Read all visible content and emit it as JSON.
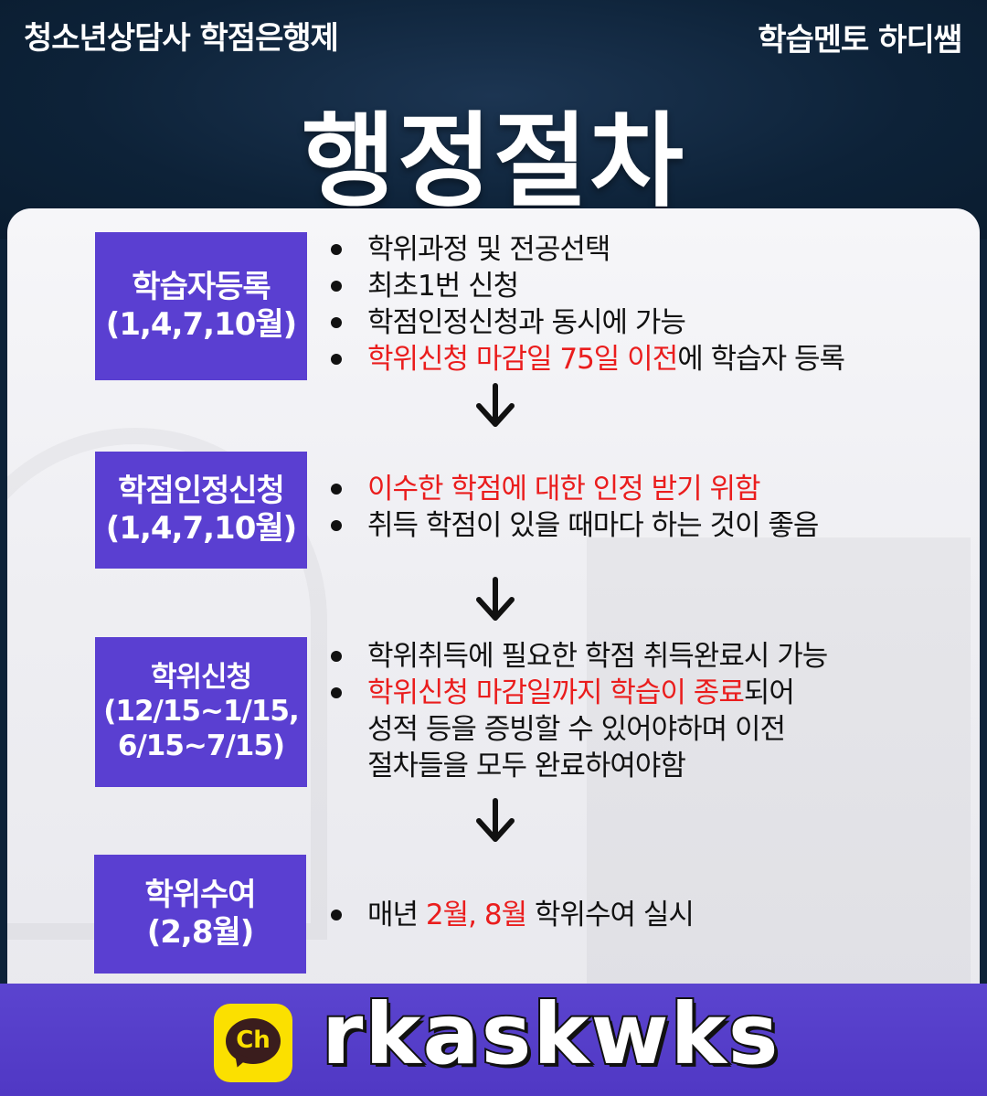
{
  "header": {
    "top_left": "청소년상담사 학점은행제",
    "top_right": "학습멘토 하디쌤",
    "title": "행정절차"
  },
  "steps": [
    {
      "label_lines": [
        "학습자등록",
        "(1,4,7,10월)"
      ],
      "bullets": [
        {
          "parts": [
            {
              "text": "학위과정 및 전공선택",
              "red": false
            }
          ]
        },
        {
          "parts": [
            {
              "text": "최초1번 신청",
              "red": false
            }
          ]
        },
        {
          "parts": [
            {
              "text": "학점인정신청과 동시에 가능",
              "red": false
            }
          ]
        },
        {
          "parts": [
            {
              "text": "학위신청 마감일 75일 이전",
              "red": true
            },
            {
              "text": "에 학습자 등록",
              "red": false
            }
          ]
        }
      ]
    },
    {
      "label_lines": [
        "학점인정신청",
        "(1,4,7,10월)"
      ],
      "bullets": [
        {
          "parts": [
            {
              "text": "이수한 학점에 대한 인정 받기 위함",
              "red": true
            }
          ]
        },
        {
          "parts": [
            {
              "text": "취득 학점이 있을 때마다 하는 것이 좋음",
              "red": false
            }
          ]
        }
      ]
    },
    {
      "label_lines": [
        "학위신청",
        "(12/15~1/15,",
        "6/15~7/15)"
      ],
      "bullets": [
        {
          "parts": [
            {
              "text": "학위취득에 필요한 학점 취득완료시 가능",
              "red": false
            }
          ]
        },
        {
          "parts": [
            {
              "text": "학위신청 마감일까지 학습이 종료",
              "red": true
            },
            {
              "text": "되어",
              "red": false
            }
          ]
        },
        {
          "parts": [
            {
              "text": "성적 등을 증빙할 수 있어야하며 이전",
              "red": false
            }
          ],
          "cont": true
        },
        {
          "parts": [
            {
              "text": "절차들을 모두 완료하여야함",
              "red": false
            }
          ],
          "cont": true
        }
      ]
    },
    {
      "label_lines": [
        "학위수여",
        "(2,8월)"
      ],
      "bullets": [
        {
          "parts": [
            {
              "text": "매년 ",
              "red": false
            },
            {
              "text": "2월, 8월",
              "red": true
            },
            {
              "text": " 학위수여 실시",
              "red": false
            }
          ]
        }
      ]
    }
  ],
  "footer": {
    "badge_text": "Ch",
    "channel_id": "rkaskwks"
  },
  "colors": {
    "navy": "#0d2238",
    "step_purple": "#5a3fd1",
    "highlight_red": "#ea1d1d",
    "kakao_yellow": "#fbe000"
  },
  "icons": [
    "down-arrow-icon",
    "bullet-dot-icon",
    "kakao-channel-icon"
  ]
}
